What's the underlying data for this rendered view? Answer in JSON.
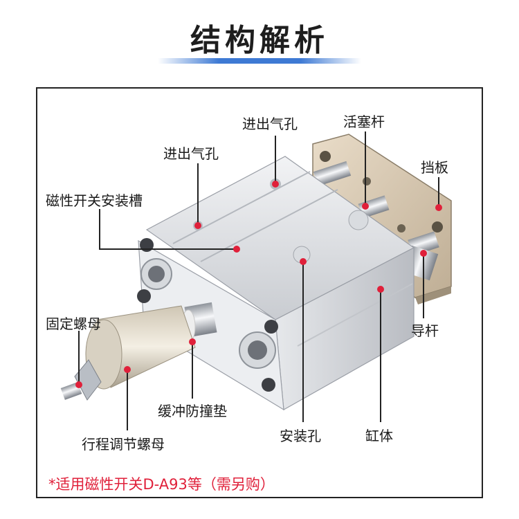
{
  "title": "结构解析",
  "labels": {
    "air_port_top": "进出气孔",
    "air_port_left": "进出气孔",
    "piston_rod": "活塞杆",
    "end_plate": "挡板",
    "magnetic_switch_slot": "磁性开关安装槽",
    "fixing_nut": "固定螺母",
    "guide_rod": "导杆",
    "buffer_pad": "缓冲防撞垫",
    "mounting_hole": "安装孔",
    "cylinder_body": "缸体",
    "stroke_adjust_nut": "行程调节螺母"
  },
  "footnote": "*适用磁性开关D-A93等（需另购）",
  "colors": {
    "accent": "#e0203a",
    "title_bar": "#3e7ad4",
    "frame": "#222222"
  }
}
